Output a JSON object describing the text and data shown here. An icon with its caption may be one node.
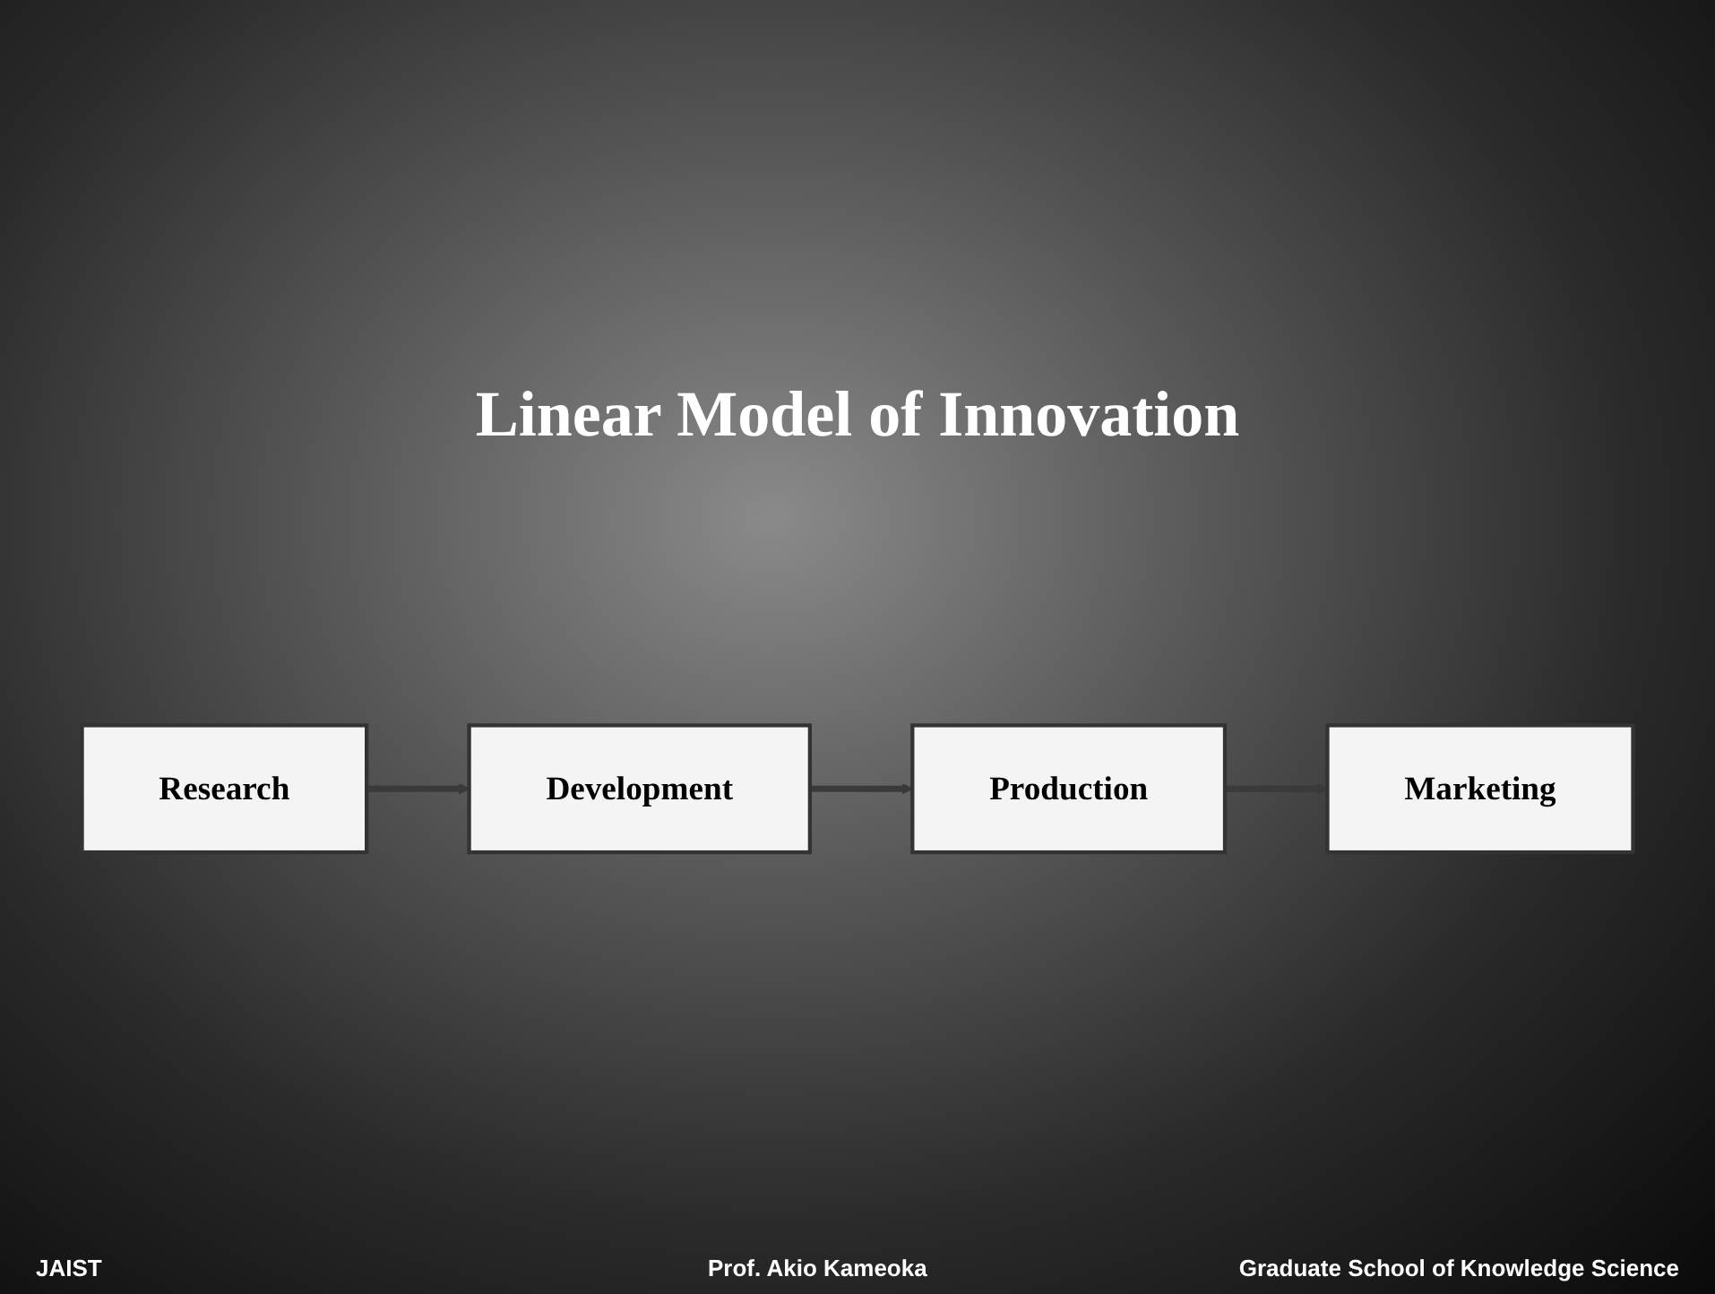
{
  "diagram": {
    "title": "Linear Model of Innovation",
    "nodes": [
      {
        "text": [
          "Research"
        ]
      },
      {
        "text": [
          "Development"
        ]
      },
      {
        "text": [
          "Production"
        ]
      },
      {
        "text": [
          "Marketing"
        ]
      }
    ],
    "edges": [
      {
        "from": 0,
        "to": 1,
        "arrow": "to"
      },
      {
        "from": 1,
        "to": 2,
        "arrow": "to"
      },
      {
        "from": 2,
        "to": 3,
        "arrow": "to"
      }
    ],
    "labels": [
      "JAIST",
      "Prof. Akio Kameoka",
      "Graduate School of Knowledge Science"
    ]
  }
}
